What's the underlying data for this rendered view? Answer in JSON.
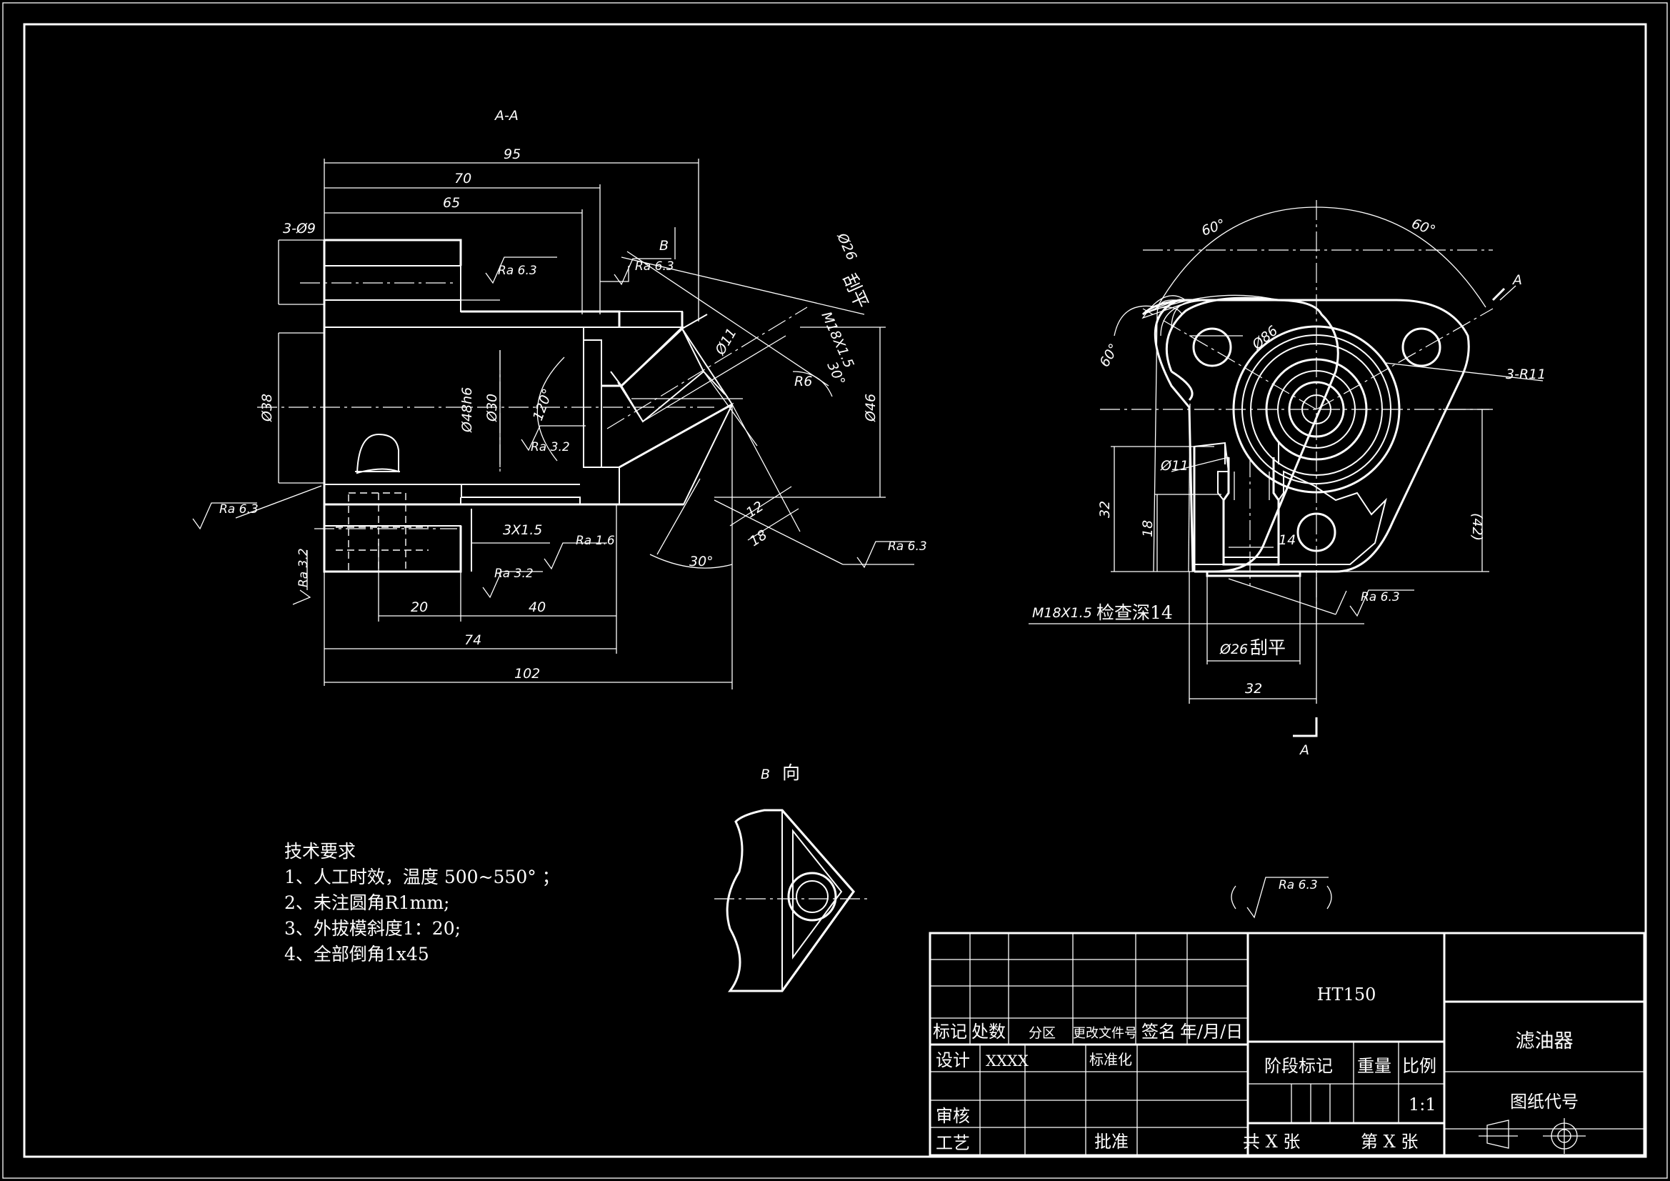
{
  "views": {
    "section_label": "A-A",
    "b_view_label": {
      "letter": "B",
      "word": "向"
    },
    "section_arrow_b": "B",
    "section_arrow_a_top": "A",
    "section_arrow_a_bottom": "A"
  },
  "dimensions_left": {
    "d95": "95",
    "d70": "70",
    "d65": "65",
    "holes": "3-Ø9",
    "d38": "Ø38",
    "d48": "Ø48h6",
    "d30": "Ø30",
    "a120": "120°",
    "d11": "Ø11",
    "m18": "M18X1.5",
    "d26": "Ø26",
    "d26_note": "刮平",
    "r6": "R6",
    "a30_top": "30°",
    "d46": "Ø46",
    "d12": "12",
    "d18": "18",
    "a30_bottom": "30°",
    "chamfer": "3X1.5",
    "d20": "20",
    "d40": "40",
    "d74": "74",
    "d102": "102"
  },
  "dimensions_right": {
    "a60_left": "60°",
    "a60_right": "60°",
    "a60_side": "60°",
    "r11": "3-R11",
    "d42": "(42)",
    "d11": "Ø11",
    "d32_v": "32",
    "d18_v": "18",
    "d14": "14",
    "thread_note_a": "M18X1.5",
    "thread_note_b": "检查深14",
    "d26_a": "Ø26",
    "d26_b": "刮平",
    "d32_h": "32",
    "d86": "Ø86"
  },
  "roughness": {
    "ra63_a": "Ra 6.3",
    "ra63_b": "Ra 6.3",
    "ra32_a": "Ra 3.2",
    "ra63_c": "Ra 6.3",
    "ra16": "Ra 1.6",
    "ra32_b": "Ra 3.2",
    "ra32_c": "Ra 3.2",
    "ra63_d": "Ra 6.3",
    "ra63_e": "Ra 6.3",
    "ra_general": "Ra 6.3"
  },
  "tech_requirements": {
    "title": "技术要求",
    "items": [
      "1、人工时效，温度 500~550°  ；",
      "2、未注圆角R1mm;",
      "3、外拔模斜度1：20;",
      "4、全部倒角1x45"
    ]
  },
  "title_block": {
    "material": "HT150",
    "part_name": "滤油器",
    "drawing_number_label": "图纸代号",
    "rev_headers": [
      "标记",
      "处数",
      "分区",
      "更改文件号",
      "签名",
      "年/月/日"
    ],
    "design": "设计",
    "designer": "XXXX",
    "standardization": "标准化",
    "review": "审核",
    "process": "工艺",
    "approve": "批准",
    "stage_mark": "阶段标记",
    "weight": "重量",
    "scale_label": "比例",
    "scale": "1:1",
    "total_sheets": "共 X 张",
    "sheet_no": "第 X 张"
  }
}
